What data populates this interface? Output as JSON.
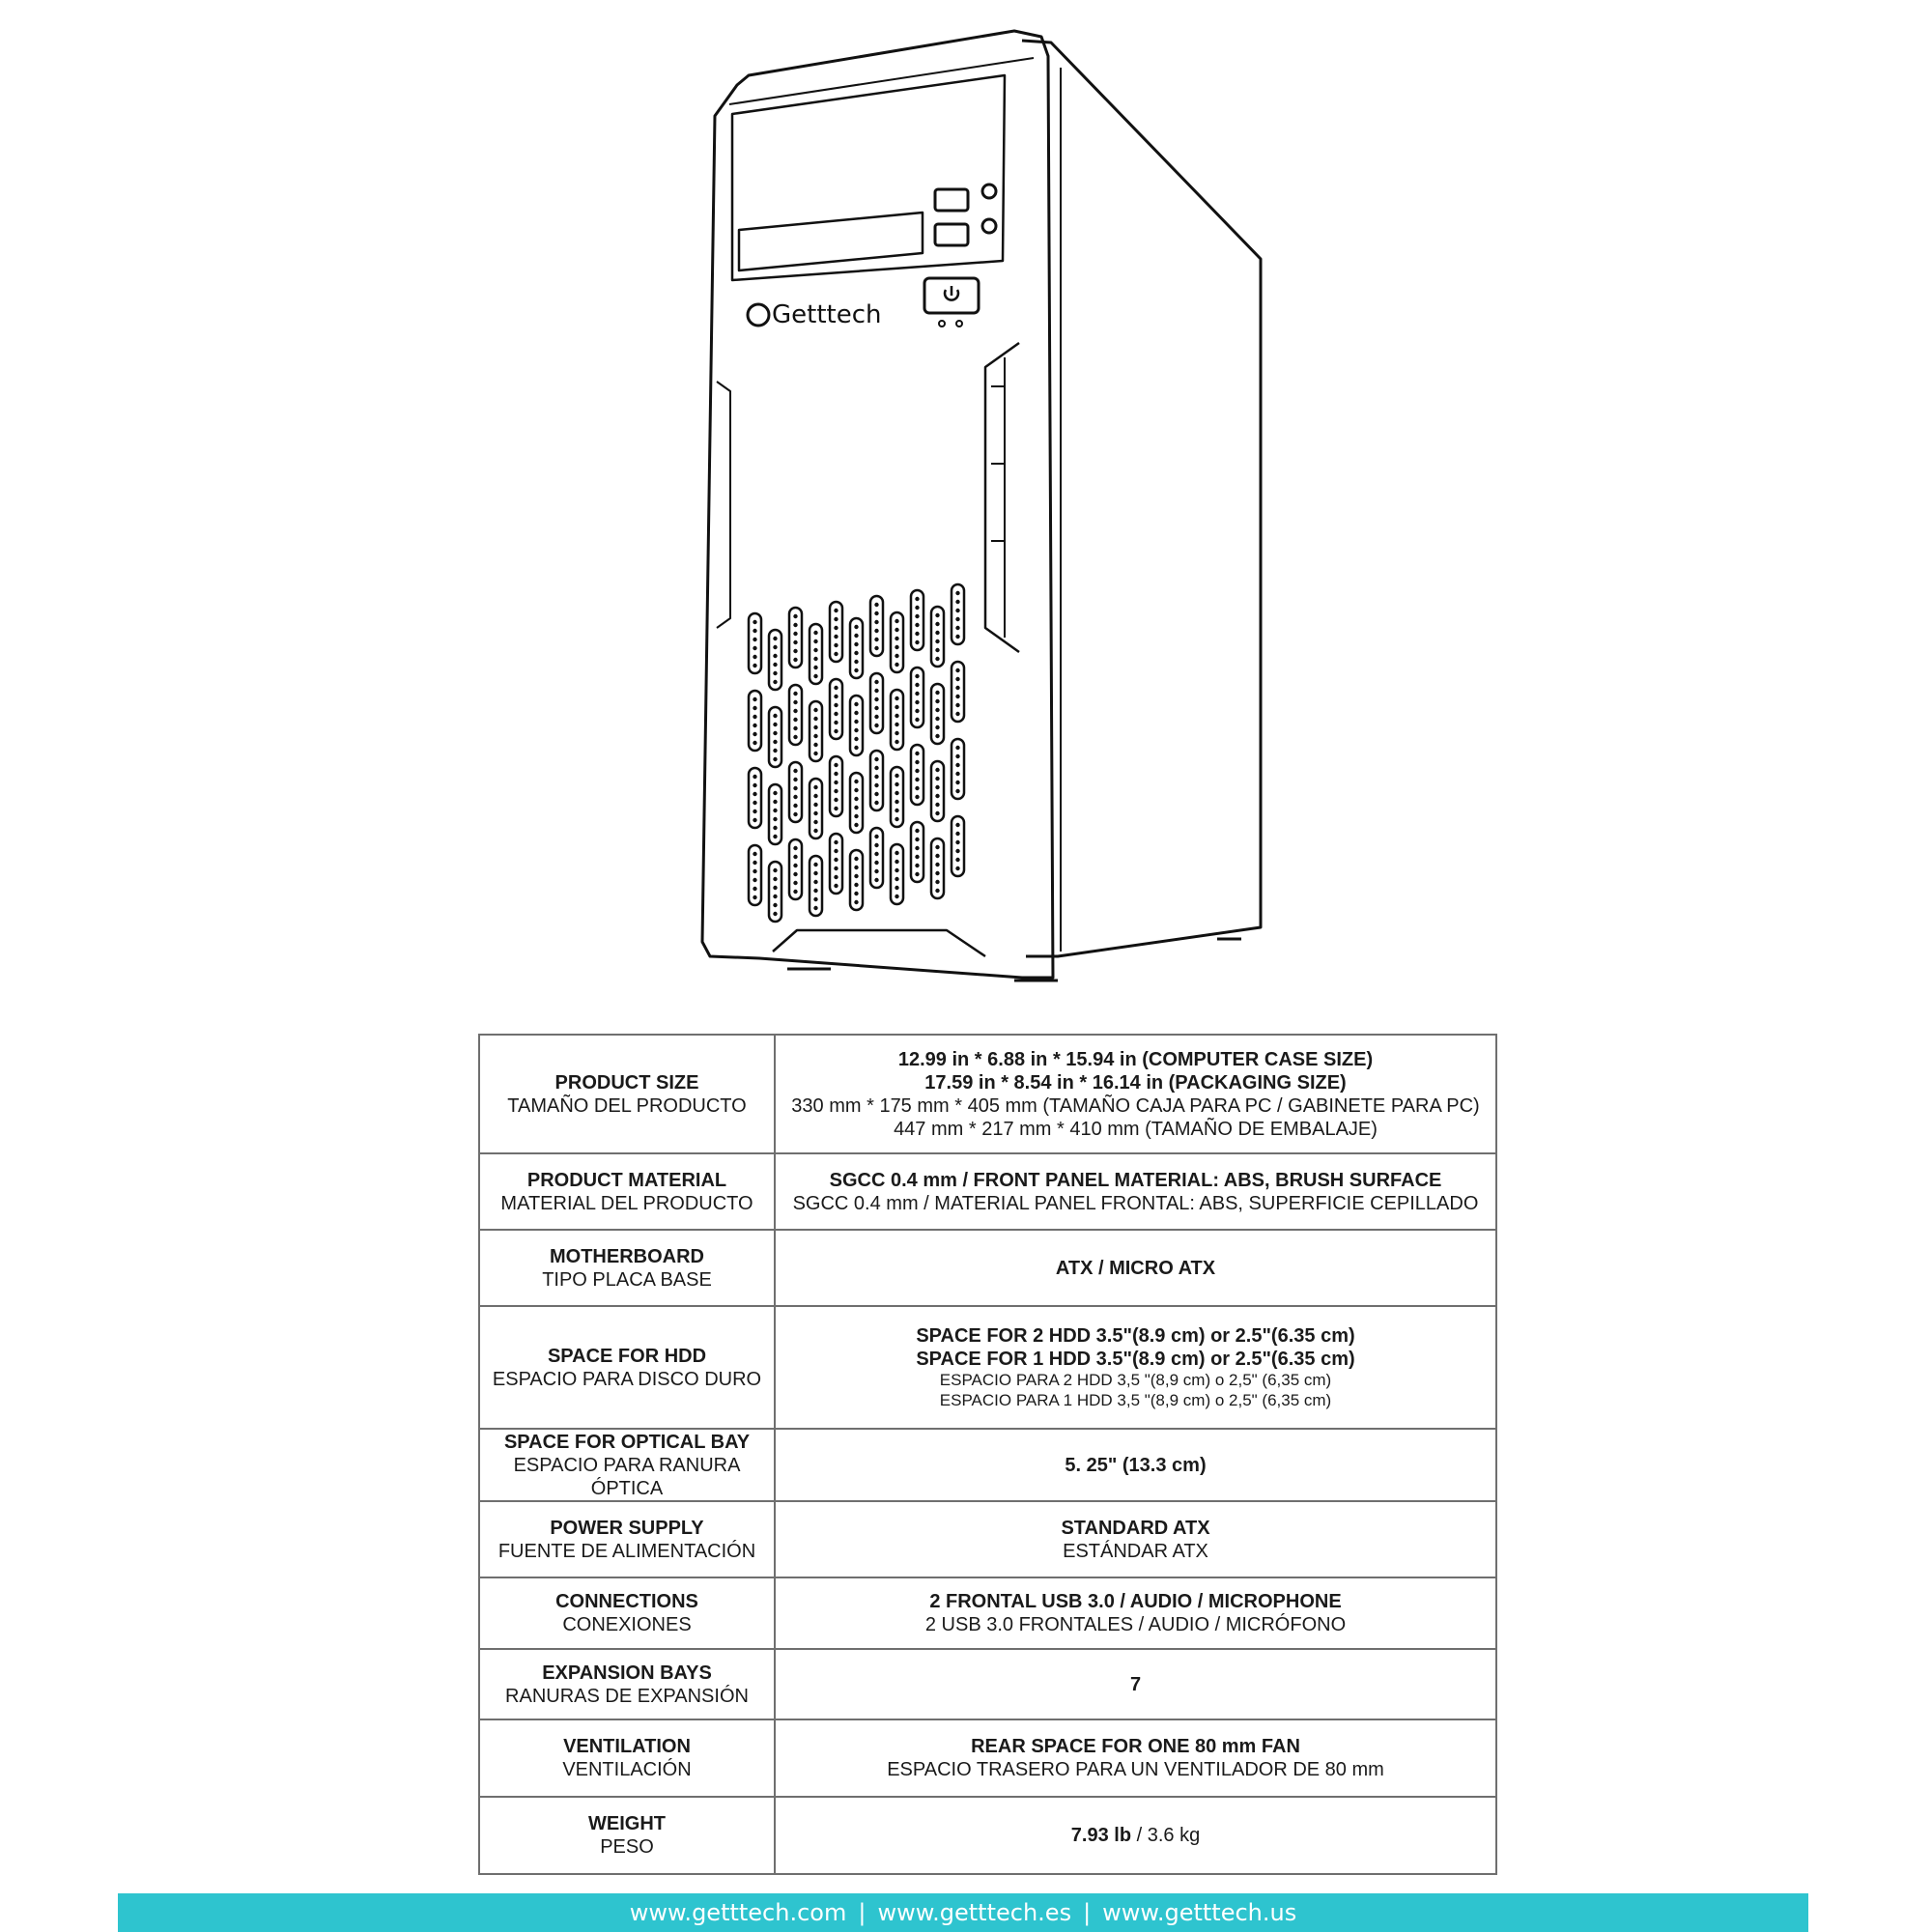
{
  "brand": {
    "logo_text": "Getttech"
  },
  "specs": [
    {
      "label_en": "PRODUCT SIZE",
      "label_es": "TAMAÑO DEL PRODUCTO",
      "lines": [
        {
          "text": "12.99 in *  6.88 in *  15.94 in (COMPUTER CASE SIZE)",
          "style": "b"
        },
        {
          "text": "17.59 in * 8.54 in * 16.14 in (PACKAGING SIZE)",
          "style": "b"
        },
        {
          "text": "330 mm * 175 mm * 405 mm (TAMAÑO CAJA PARA PC / GABINETE PARA PC)",
          "style": "n"
        },
        {
          "text": "447 mm * 217 mm * 410 mm (TAMAÑO DE EMBALAJE)",
          "style": "n"
        }
      ]
    },
    {
      "label_en": "PRODUCT MATERIAL",
      "label_es": "MATERIAL DEL PRODUCTO",
      "lines": [
        {
          "text": "SGCC 0.4 mm  / FRONT PANEL MATERIAL: ABS, BRUSH SURFACE",
          "style": "b"
        },
        {
          "text": "SGCC 0.4 mm  / MATERIAL PANEL FRONTAL:  ABS, SUPERFICIE CEPILLADO",
          "style": "n"
        }
      ]
    },
    {
      "label_en": "MOTHERBOARD",
      "label_es": "TIPO PLACA BASE",
      "lines": [
        {
          "text": "ATX / MICRO ATX",
          "style": "b"
        }
      ]
    },
    {
      "label_en": "SPACE FOR HDD",
      "label_es": "ESPACIO PARA DISCO DURO",
      "lines": [
        {
          "text": "SPACE FOR 2 HDD 3.5\"(8.9 cm) or 2.5\"(6.35 cm)",
          "style": "b"
        },
        {
          "text": "SPACE FOR 1 HDD 3.5\"(8.9 cm) or 2.5\"(6.35 cm)",
          "style": "b"
        },
        {
          "text": "ESPACIO PARA 2 HDD 3,5 \"(8,9 cm) o 2,5\" (6,35 cm)",
          "style": "s"
        },
        {
          "text": "ESPACIO PARA 1 HDD 3,5 \"(8,9 cm) o 2,5\" (6,35 cm)",
          "style": "s"
        }
      ]
    },
    {
      "label_en": "SPACE FOR OPTICAL BAY",
      "label_es": "ESPACIO PARA RANURA ÓPTICA",
      "lines": [
        {
          "text": "5. 25\" (13.3 cm)",
          "style": "b"
        }
      ]
    },
    {
      "label_en": "POWER SUPPLY",
      "label_es": "FUENTE DE ALIMENTACIÓN",
      "lines": [
        {
          "text": "STANDARD ATX",
          "style": "b"
        },
        {
          "text": "ESTÁNDAR ATX",
          "style": "n"
        }
      ]
    },
    {
      "label_en": "CONNECTIONS",
      "label_es": "CONEXIONES",
      "lines": [
        {
          "text": "2 FRONTAL USB 3.0 / AUDIO / MICROPHONE",
          "style": "b"
        },
        {
          "text": "2 USB 3.0 FRONTALES / AUDIO / MICRÓFONO",
          "style": "n"
        }
      ]
    },
    {
      "label_en": "EXPANSION BAYS",
      "label_es": "RANURAS DE EXPANSIÓN",
      "lines": [
        {
          "text": "7",
          "style": "b"
        }
      ]
    },
    {
      "label_en": "VENTILATION",
      "label_es": "VENTILACIÓN",
      "lines": [
        {
          "text": "REAR SPACE FOR ONE 80 mm FAN",
          "style": "b"
        },
        {
          "text": "ESPACIO TRASERO PARA UN VENTILADOR DE 80 mm",
          "style": "n"
        }
      ]
    },
    {
      "label_en": "WEIGHT",
      "label_es": "PESO",
      "weight_bold": "7.93 lb",
      "weight_rest": " / 3.6 kg"
    }
  ],
  "footer": {
    "links": [
      "www.getttech.com",
      "www.getttech.es",
      "www.getttech.us"
    ],
    "separator": "|",
    "color": "#2ec4cf"
  }
}
